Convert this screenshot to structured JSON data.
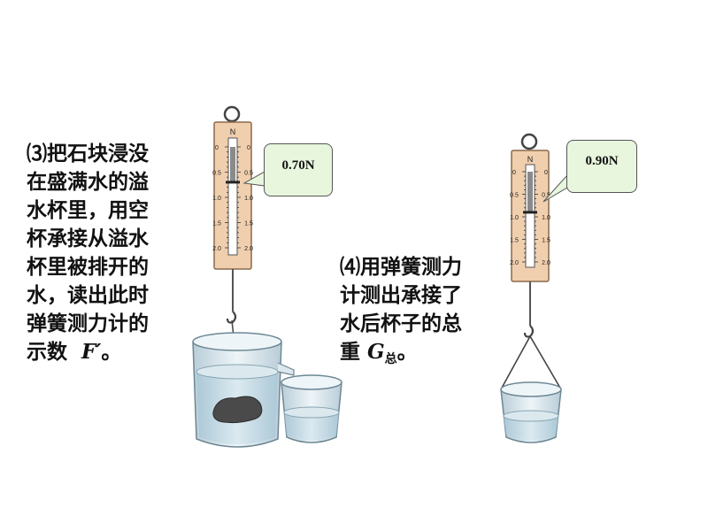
{
  "step3": {
    "lines": [
      "⑶把石块浸没",
      "在盛满水的溢",
      "水杯里，用空",
      "杯承接从溢水",
      "杯里被排开的",
      "水，读出此时",
      "弹簧测力计的"
    ],
    "last_prefix": "示数",
    "var": "F′",
    "last_suffix": "。"
  },
  "step4": {
    "lines": [
      "⑷用弹簧测力",
      "计测出承接了",
      "水后杯子的总"
    ],
    "last_prefix": "重",
    "var": "G",
    "sub": "总",
    "last_suffix": "。"
  },
  "scale1": {
    "reading": "0.70N",
    "unit_top": "N",
    "ticks": [
      "0",
      "0.5",
      "1.0",
      "1.5",
      "2.0"
    ],
    "value": 0.7
  },
  "scale2": {
    "reading": "0.90N",
    "unit_top": "N",
    "ticks": [
      "0",
      "0.5",
      "1.0",
      "1.5",
      "2.0"
    ],
    "value": 0.9
  },
  "colors": {
    "callout_bg": "#e7f6dd",
    "scale_body": "#f0cfae",
    "water": "#c8dde8",
    "stone": "#4a4a4a"
  }
}
